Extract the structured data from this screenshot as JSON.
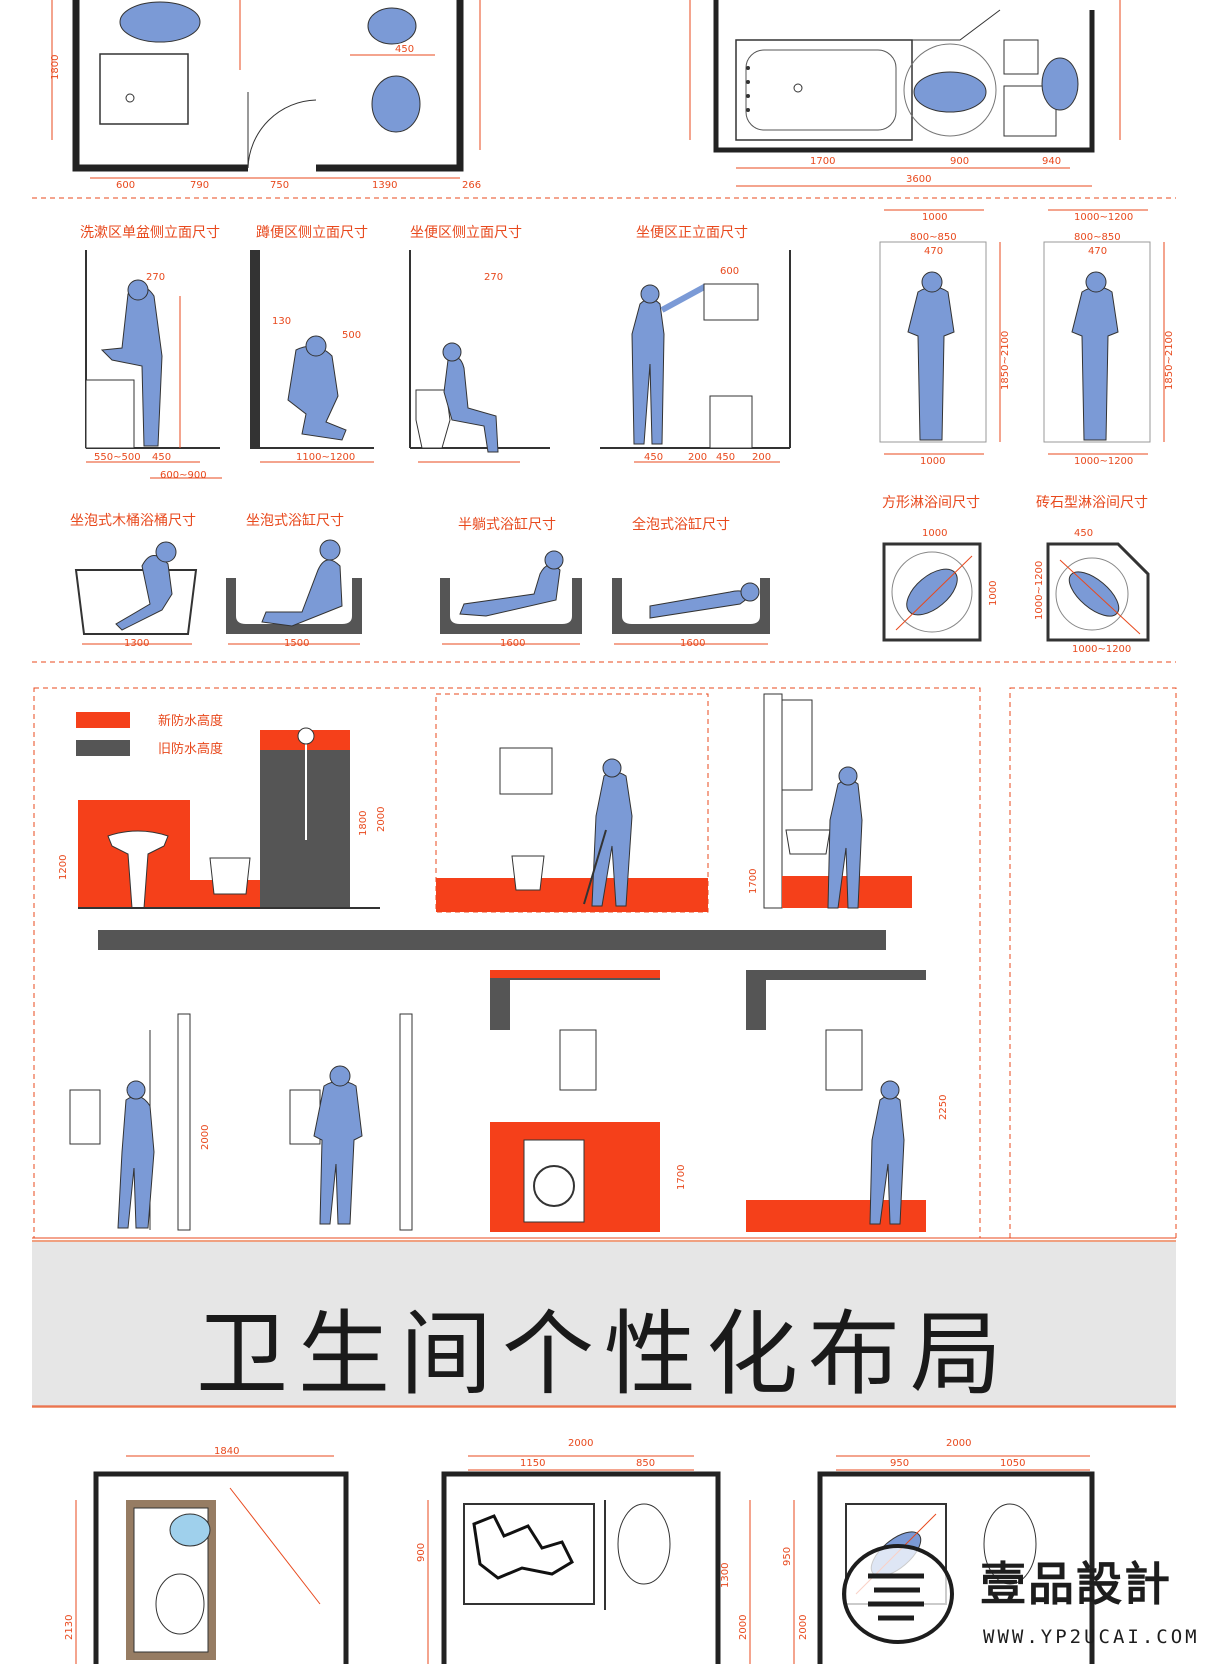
{
  "top_dims": {
    "left_bottom": [
      "600",
      "790",
      "750",
      "1390",
      "266"
    ],
    "left_side": "1800",
    "right_bottom": [
      "1700",
      "900",
      "940"
    ],
    "right_total": "3600",
    "door_note": "450"
  },
  "section1": {
    "captions": [
      "洗漱区单盆侧立面尺寸",
      "蹲便区侧立面尺寸",
      "坐便区侧立面尺寸",
      "坐便区正立面尺寸"
    ],
    "dims": {
      "wash": [
        "270",
        "550~500",
        "450",
        "600~900"
      ],
      "squat": [
        "130",
        "500",
        "1100~1200"
      ],
      "seat_side": "270",
      "seat_front": [
        "600",
        "450",
        "200",
        "450",
        "200"
      ],
      "shower_top_a": [
        "1000",
        "800~850",
        "470"
      ],
      "shower_top_b": [
        "1000~1200",
        "800~850",
        "470"
      ],
      "shower_bottom_a": "1000",
      "shower_bottom_b": "1000~1200",
      "shower_height": "1850~2100"
    }
  },
  "section2": {
    "captions": [
      "坐泡式木桶浴桶尺寸",
      "坐泡式浴缸尺寸",
      "半躺式浴缸尺寸",
      "全泡式浴缸尺寸",
      "方形淋浴间尺寸",
      "砖石型淋浴间尺寸"
    ],
    "dims": {
      "tub_widths": [
        "1300",
        "1500",
        "1600",
        "1600"
      ],
      "square_top": "1000",
      "square_side": "1000",
      "brick_top": "450",
      "brick_side": "1000~1200",
      "brick_bottom": "1000~1200"
    }
  },
  "legend": {
    "new_label": "新防水高度",
    "old_label": "旧防水高度",
    "new_color": "#f5401a",
    "old_color": "#555555"
  },
  "section3": {
    "dims": [
      "1200",
      "1800",
      "2000",
      "1700",
      "2000",
      "1700",
      "2250"
    ]
  },
  "banner": {
    "title": "卫生间个性化布局"
  },
  "plans": {
    "plan1": {
      "top": "1840",
      "side": "2130"
    },
    "plan2": {
      "top": "2000",
      "sub": [
        "1150",
        "850"
      ],
      "side": [
        "900",
        "1300",
        "2000"
      ]
    },
    "plan3": {
      "top": "2000",
      "sub": [
        "950",
        "1050"
      ],
      "side": [
        "950",
        "2000"
      ]
    }
  },
  "watermark": {
    "name": "壹品設計",
    "url": "WWW.YP2UCAI.COM",
    "color": "#1d1d1d"
  }
}
